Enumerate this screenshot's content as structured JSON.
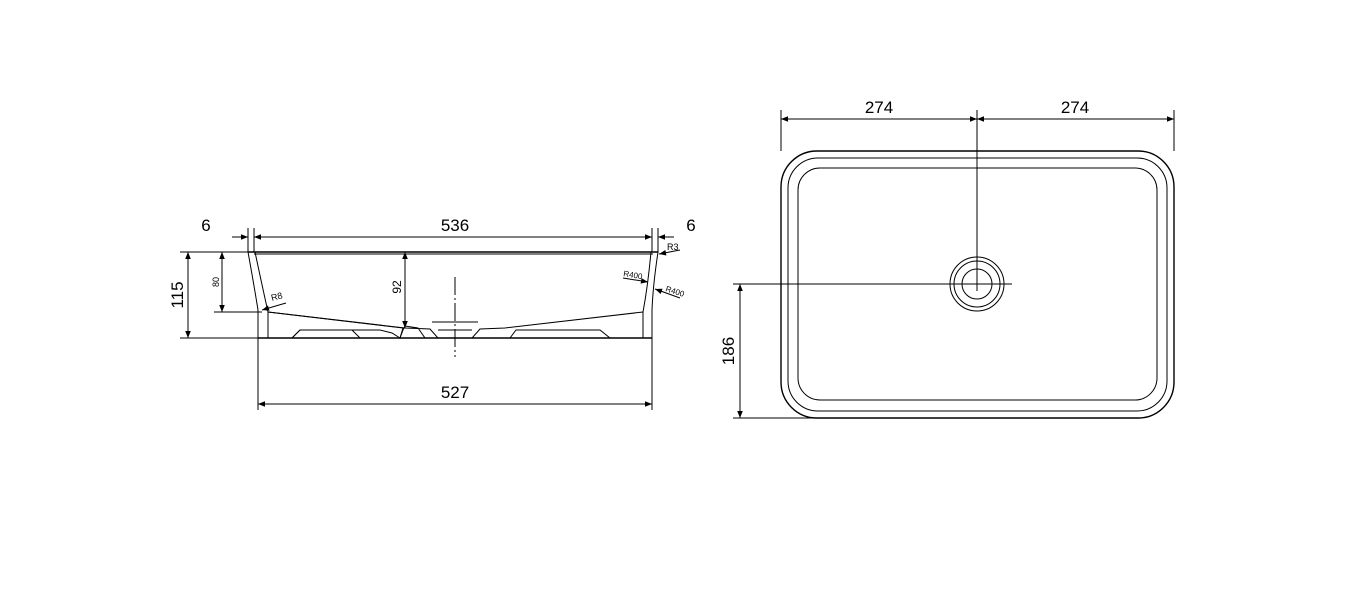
{
  "side_view": {
    "dims": {
      "wall_left": "6",
      "inner_width": "536",
      "wall_right": "6",
      "total_height": "115",
      "wall_height": "80",
      "depth": "92",
      "base_width": "527"
    },
    "radii": {
      "r8": "R8",
      "r3": "R3",
      "r400_inner": "R400",
      "r400_outer": "R400"
    }
  },
  "top_view": {
    "dims": {
      "half_width_left": "274",
      "half_width_right": "274",
      "drain_offset": "186"
    }
  }
}
